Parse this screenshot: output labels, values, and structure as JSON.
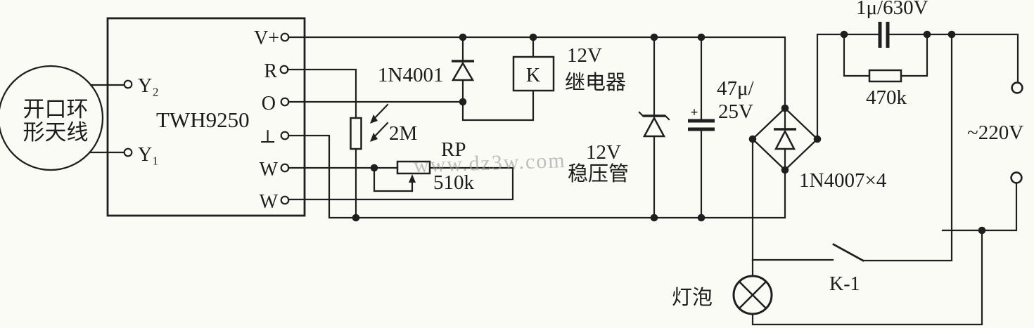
{
  "watermark": "www.dz3w.com",
  "antenna": {
    "label_line1": "开口环",
    "label_line2": "形天线",
    "terminal_top": "Y₂",
    "terminal_bottom": "Y₁"
  },
  "ic": {
    "name": "TWH9250",
    "pin_vplus": "V+",
    "pin_r": "R",
    "pin_o": "O",
    "pin_gnd": "⊥",
    "pin_w1": "W",
    "pin_w2": "W"
  },
  "components": {
    "protection_diode": "1N4001",
    "relay_box": "K",
    "relay_rating_line1": "12V",
    "relay_rating_line2": "继电器",
    "photoresistor_value": "2M",
    "pot_name": "RP",
    "pot_value": "510k",
    "zener_line1": "12V",
    "zener_line2": "稳压管",
    "filter_cap_line1": "47μ/",
    "filter_cap_line2": "25V",
    "filter_cap_polarity": "+",
    "bridge_label": "1N4007×4",
    "dropper_cap": "1μ/630V",
    "bleeder_resistor": "470k",
    "mains": "~220V",
    "relay_contact": "K-1",
    "lamp": "灯泡"
  }
}
